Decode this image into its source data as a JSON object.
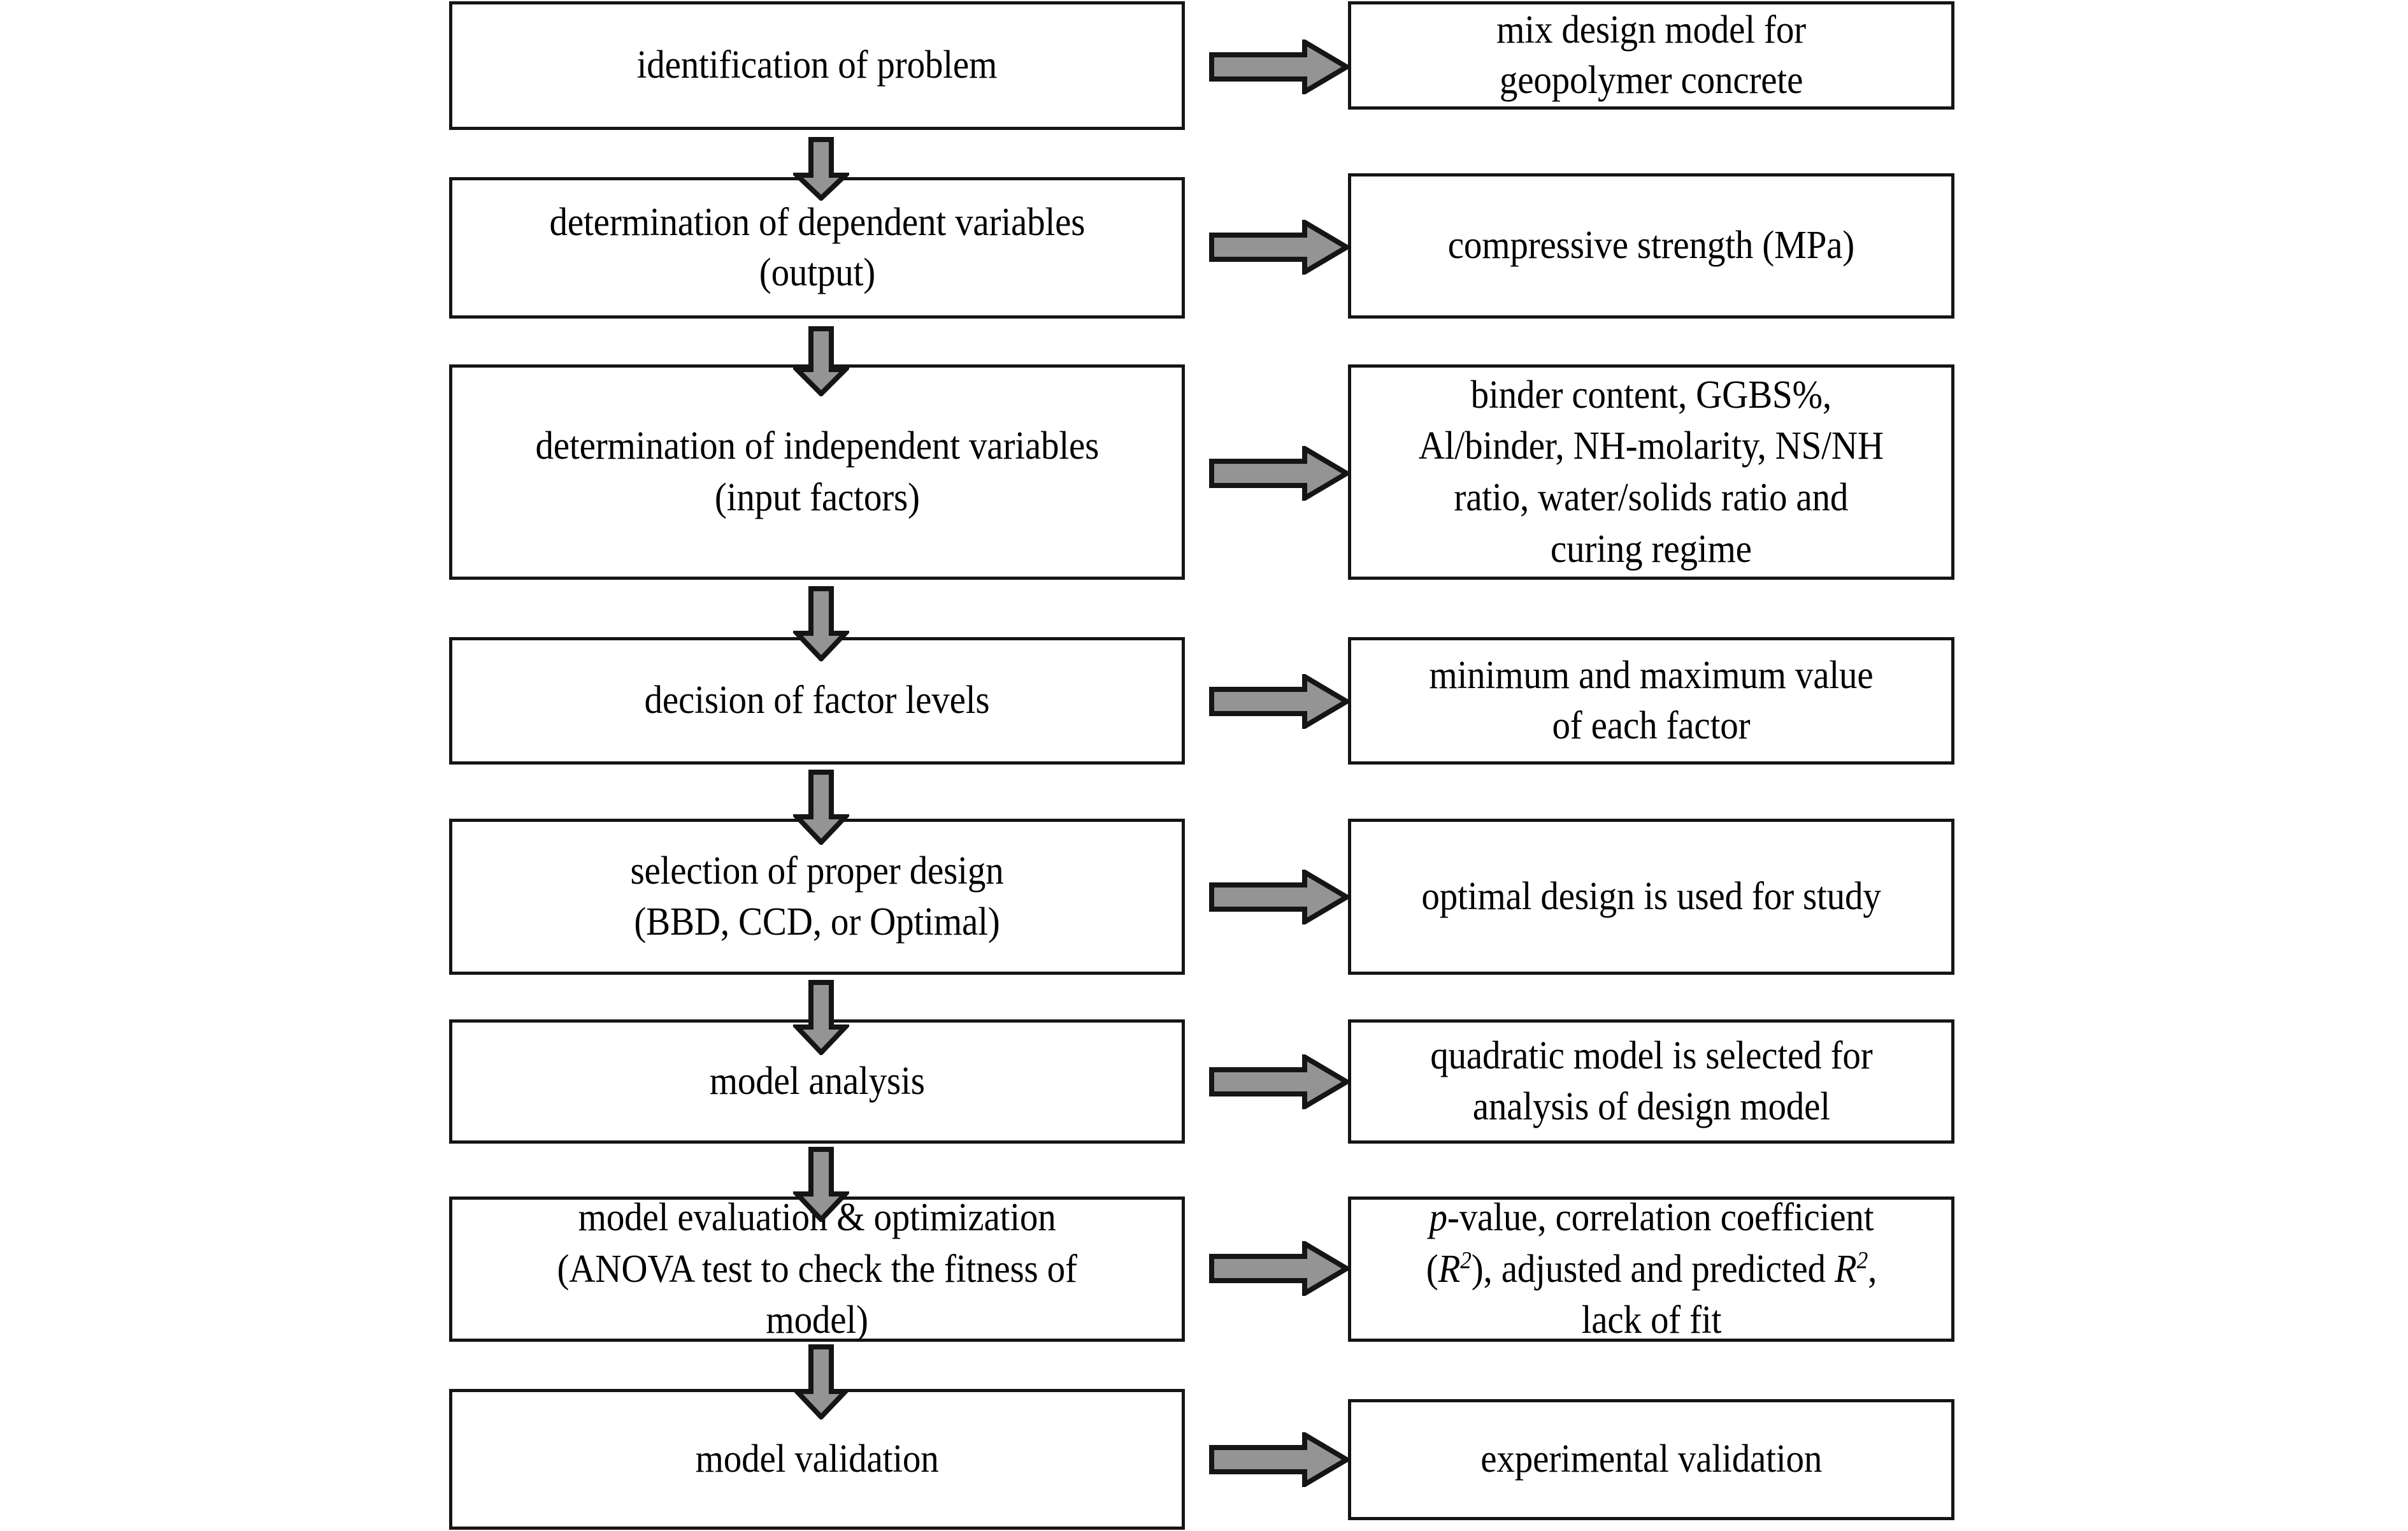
{
  "diagram": {
    "title": "Flowchart of response surface methodology mix design procedure",
    "colors": {
      "box_border": "#151515",
      "box_fill": "#ffffff",
      "arrow_fill": "#949494",
      "arrow_stroke": "#151515",
      "text": "#000000"
    }
  },
  "steps": [
    {
      "id": "step-1",
      "left": "identification of problem",
      "right": "mix design model for\ngeopolymer concrete"
    },
    {
      "id": "step-2",
      "left": "determination of dependent variables\n(output)",
      "right": "compressive strength (MPa)"
    },
    {
      "id": "step-3",
      "left": "determination of independent variables\n(input factors)",
      "right": "binder content, GGBS%,\nAl/binder, NH-molarity, NS/NH\nratio, water/solids ratio and\ncuring regime"
    },
    {
      "id": "step-4",
      "left": "decision of factor levels",
      "right": "minimum and maximum value\nof each factor"
    },
    {
      "id": "step-5",
      "left": "selection of proper design\n(BBD, CCD, or Optimal)",
      "right": "optimal design is used for study"
    },
    {
      "id": "step-6",
      "left": "model analysis",
      "right": "quadratic model is selected for\nanalysis of design model"
    },
    {
      "id": "step-7",
      "left": "model evaluation & optimization\n(ANOVA test to check the fitness of\nmodel)",
      "right_rich": [
        {
          "text": "p",
          "style": "italic"
        },
        {
          "text": "-value, correlation coefficient",
          "style": "normal"
        },
        {
          "text": "\n(",
          "style": "normal"
        },
        {
          "text": "R",
          "style": "italic"
        },
        {
          "text": "2",
          "style": "superscript-italic"
        },
        {
          "text": "), adjusted and predicted ",
          "style": "normal"
        },
        {
          "text": "R",
          "style": "italic"
        },
        {
          "text": "2",
          "style": "superscript-italic"
        },
        {
          "text": ",\nlack of fit",
          "style": "normal"
        }
      ],
      "right_plain": "p-value, correlation coefficient\n(R2), adjusted and predicted R2,\nlack of fit"
    },
    {
      "id": "step-8",
      "left": "model validation",
      "right": "experimental validation"
    }
  ],
  "connectors": {
    "horizontal_count": 8,
    "vertical_count": 7,
    "horizontal_label": "flow-arrow-right",
    "vertical_label": "flow-arrow-down"
  }
}
